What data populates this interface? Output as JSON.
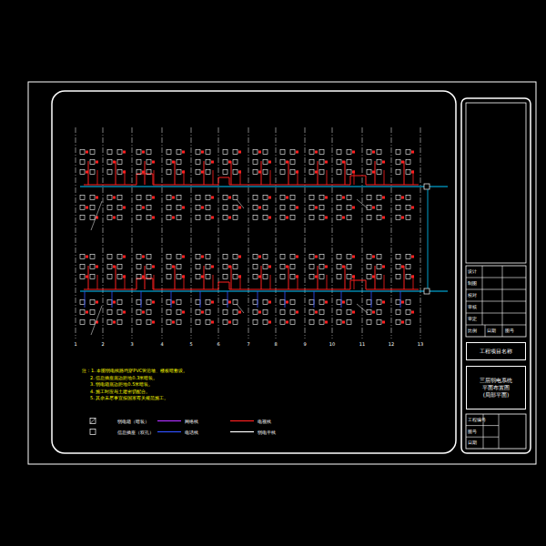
{
  "diagram": {
    "nodes": [
      {
        "text": [
          "工程项目名称"
        ]
      },
      {
        "text": [
          "三层弱电系统",
          "平面布置图",
          "(局部平面)"
        ]
      }
    ],
    "labels": [
      "设计",
      "制图",
      "校对",
      "审核",
      "审定",
      "比例",
      "日期",
      "图号",
      "注：1. 本图弱电线路均穿PVC管沿墙、楼板暗敷设。",
      "2. 信息插座底边距地0.3米暗装。",
      "3. 弱电箱底边距地0.5米暗装。",
      "4. 施工时应与土建密切配合。",
      "5. 其余未尽事宜按国家有关规范施工。",
      "1",
      "2",
      "3",
      "4",
      "5",
      "6",
      "7",
      "8",
      "9",
      "10",
      "11",
      "12",
      "13",
      "工程编号",
      "图号",
      "日期"
    ],
    "legend": [
      {
        "text": "弱电箱（暗装）"
      },
      {
        "text": "信息插座（双孔）"
      },
      {
        "text": "网络线"
      },
      {
        "text": "电话线"
      },
      {
        "text": "电视线"
      },
      {
        "text": "弱电干线"
      }
    ]
  }
}
